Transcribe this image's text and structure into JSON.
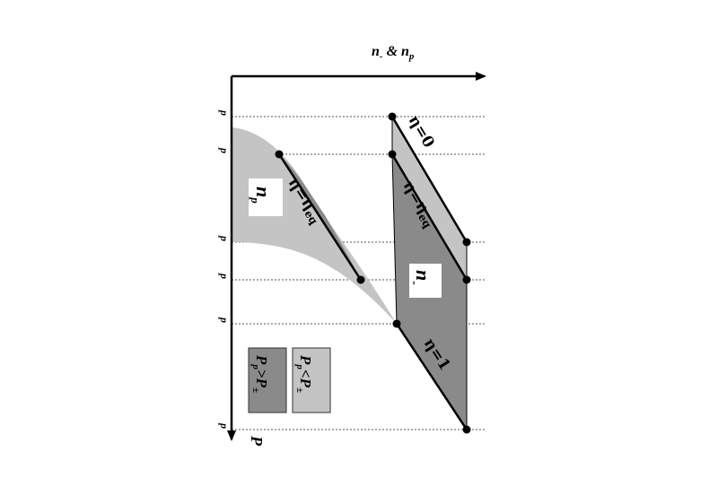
{
  "axes": {
    "top_label": "n",
    "top_label_sub": "-",
    "top_label_mid": " & n",
    "top_label_sub2": "p",
    "left_label": "P",
    "tick_label": "p"
  },
  "regions": {
    "np_label": "n",
    "np_sub": "p",
    "nminus_label": "n",
    "nminus_sub": "-"
  },
  "lines": {
    "eta0": "η=0",
    "eta_eq": "η=η",
    "eta_eq_sub": "eq",
    "eta1": "η=1",
    "eta_eq_left": "η=η",
    "eta_eq_left_sub": "eq"
  },
  "legend": {
    "dark_text": "P",
    "dark_sub": "p",
    "dark_rel": ">P",
    "dark_sub2": "±",
    "light_text": "P",
    "light_sub": "p",
    "light_rel": "<P",
    "light_sub2": "±"
  },
  "colors": {
    "dark_gray": "#8a8a8a",
    "light_gray": "#c4c4c4"
  }
}
